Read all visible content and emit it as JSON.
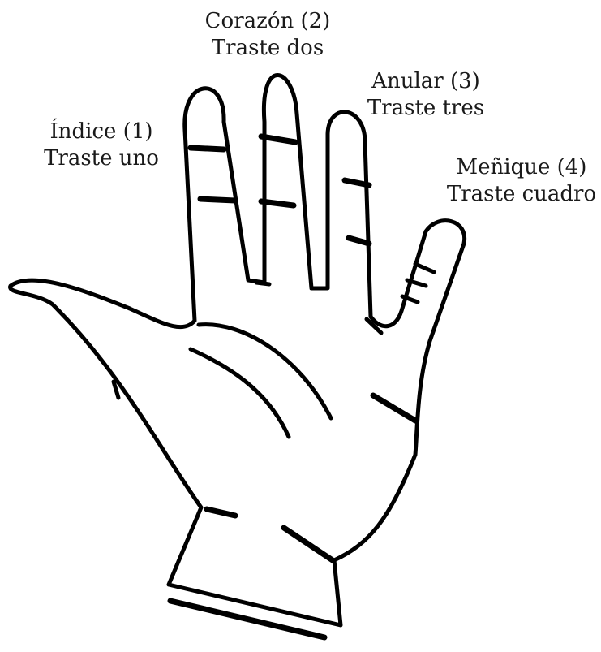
{
  "fingers": [
    {
      "key": "indice",
      "name": "Índice (1)",
      "fret": "Traste uno"
    },
    {
      "key": "corazon",
      "name": "Corazón (2)",
      "fret": "Traste dos"
    },
    {
      "key": "anular",
      "name": "Anular (3)",
      "fret": "Traste tres"
    },
    {
      "key": "menique",
      "name": "Meñique (4)",
      "fret": "Traste cuadro"
    }
  ],
  "colors": {
    "ink": "#000000",
    "background": "#ffffff"
  }
}
